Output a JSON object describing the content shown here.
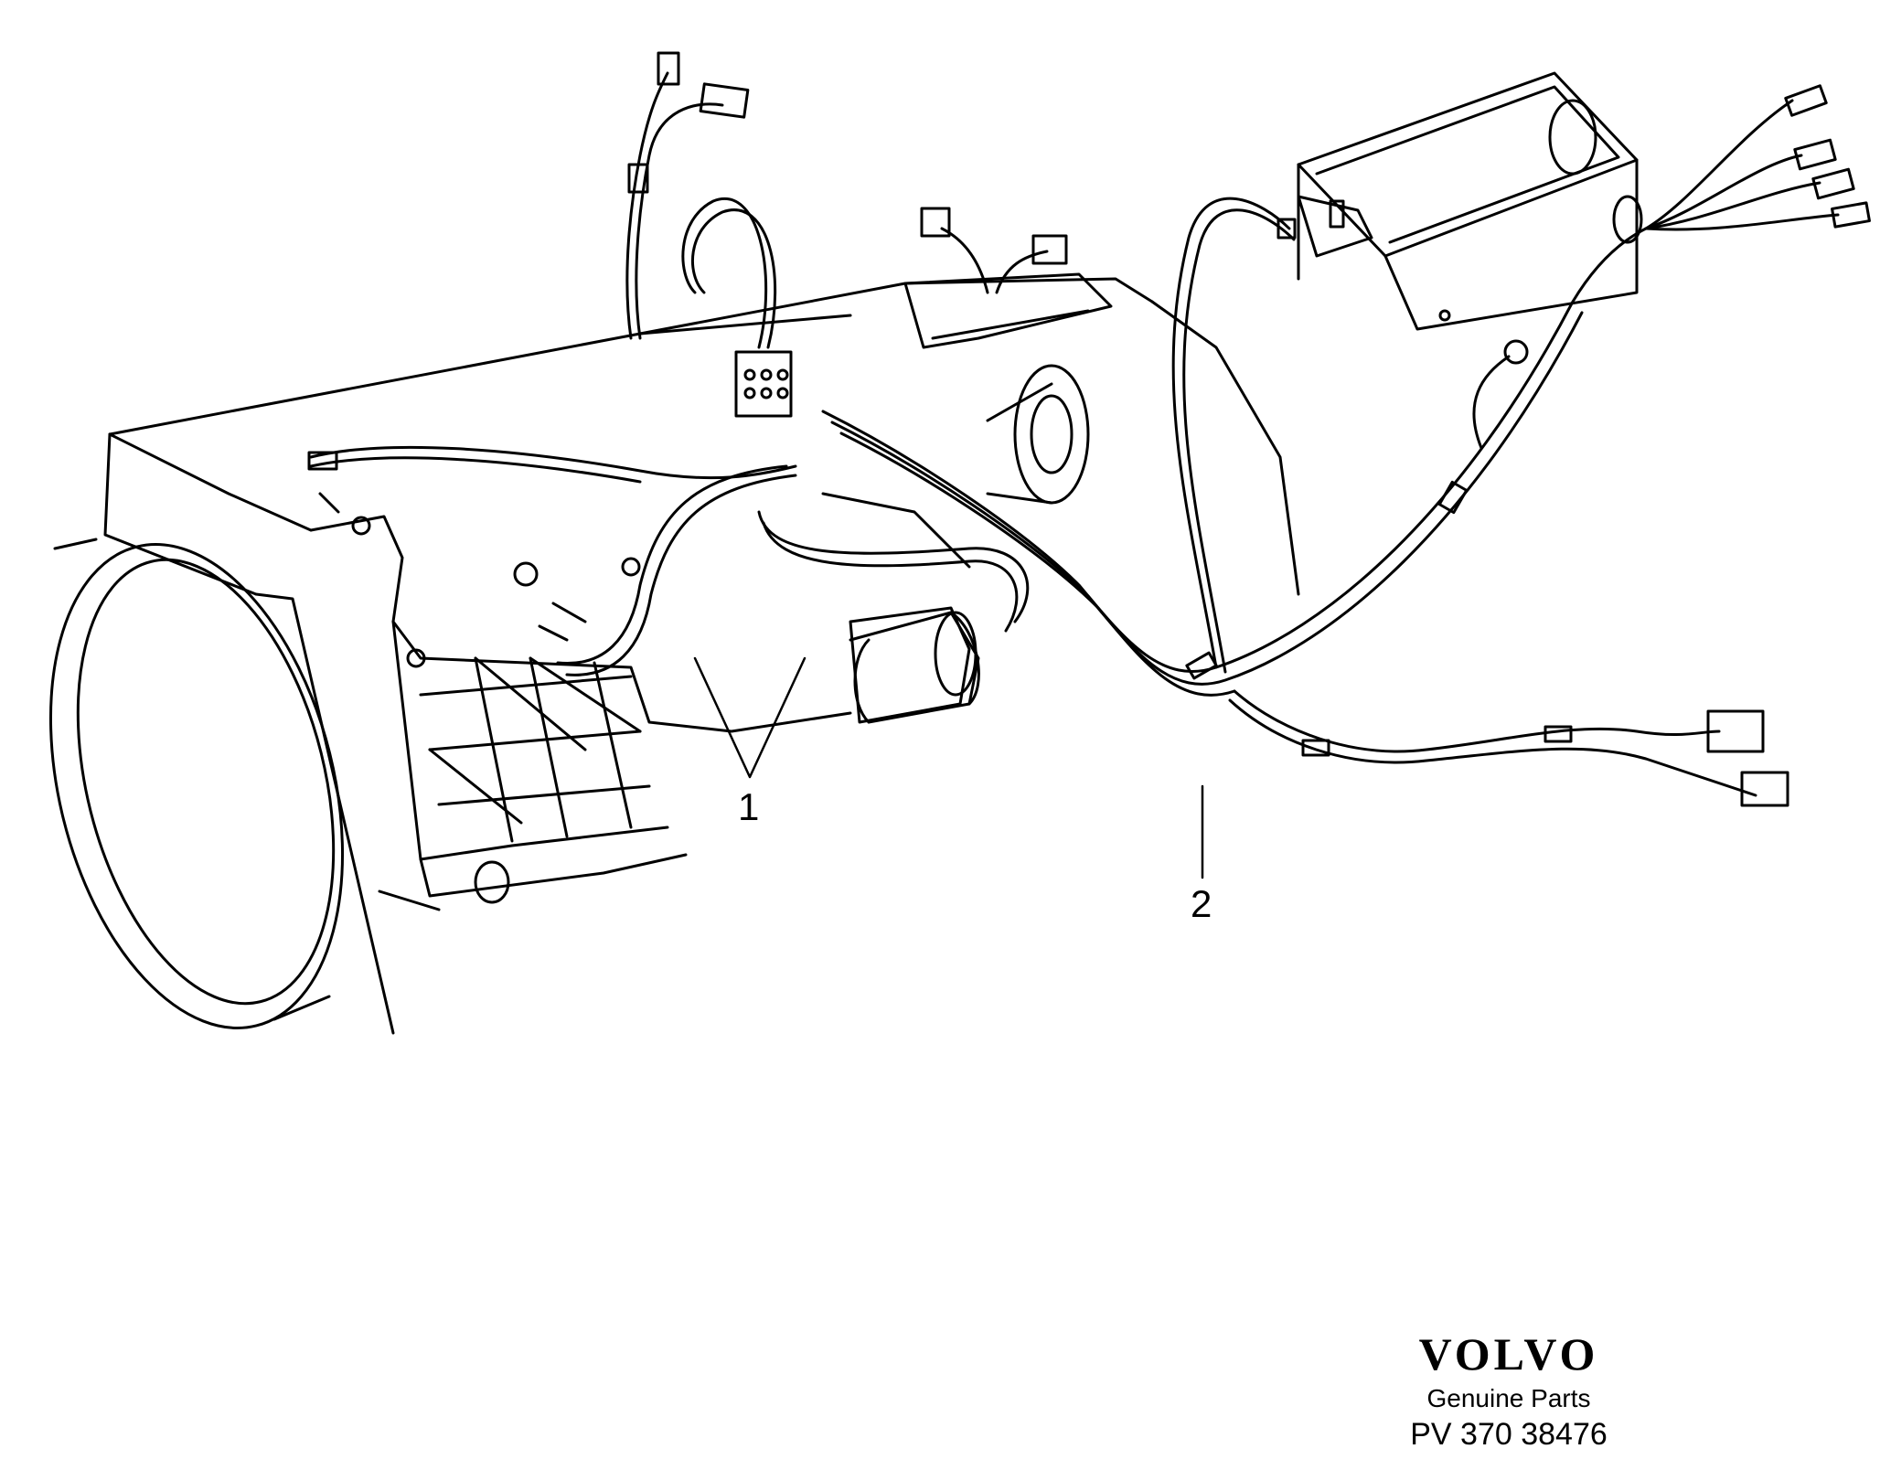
{
  "callouts": {
    "part_1": "1",
    "part_2": "2"
  },
  "brand": {
    "logo": "VOLVO",
    "subtitle": "Genuine Parts",
    "code": "PV 370 38476"
  },
  "colors": {
    "line": "#000000",
    "background": "#ffffff"
  }
}
